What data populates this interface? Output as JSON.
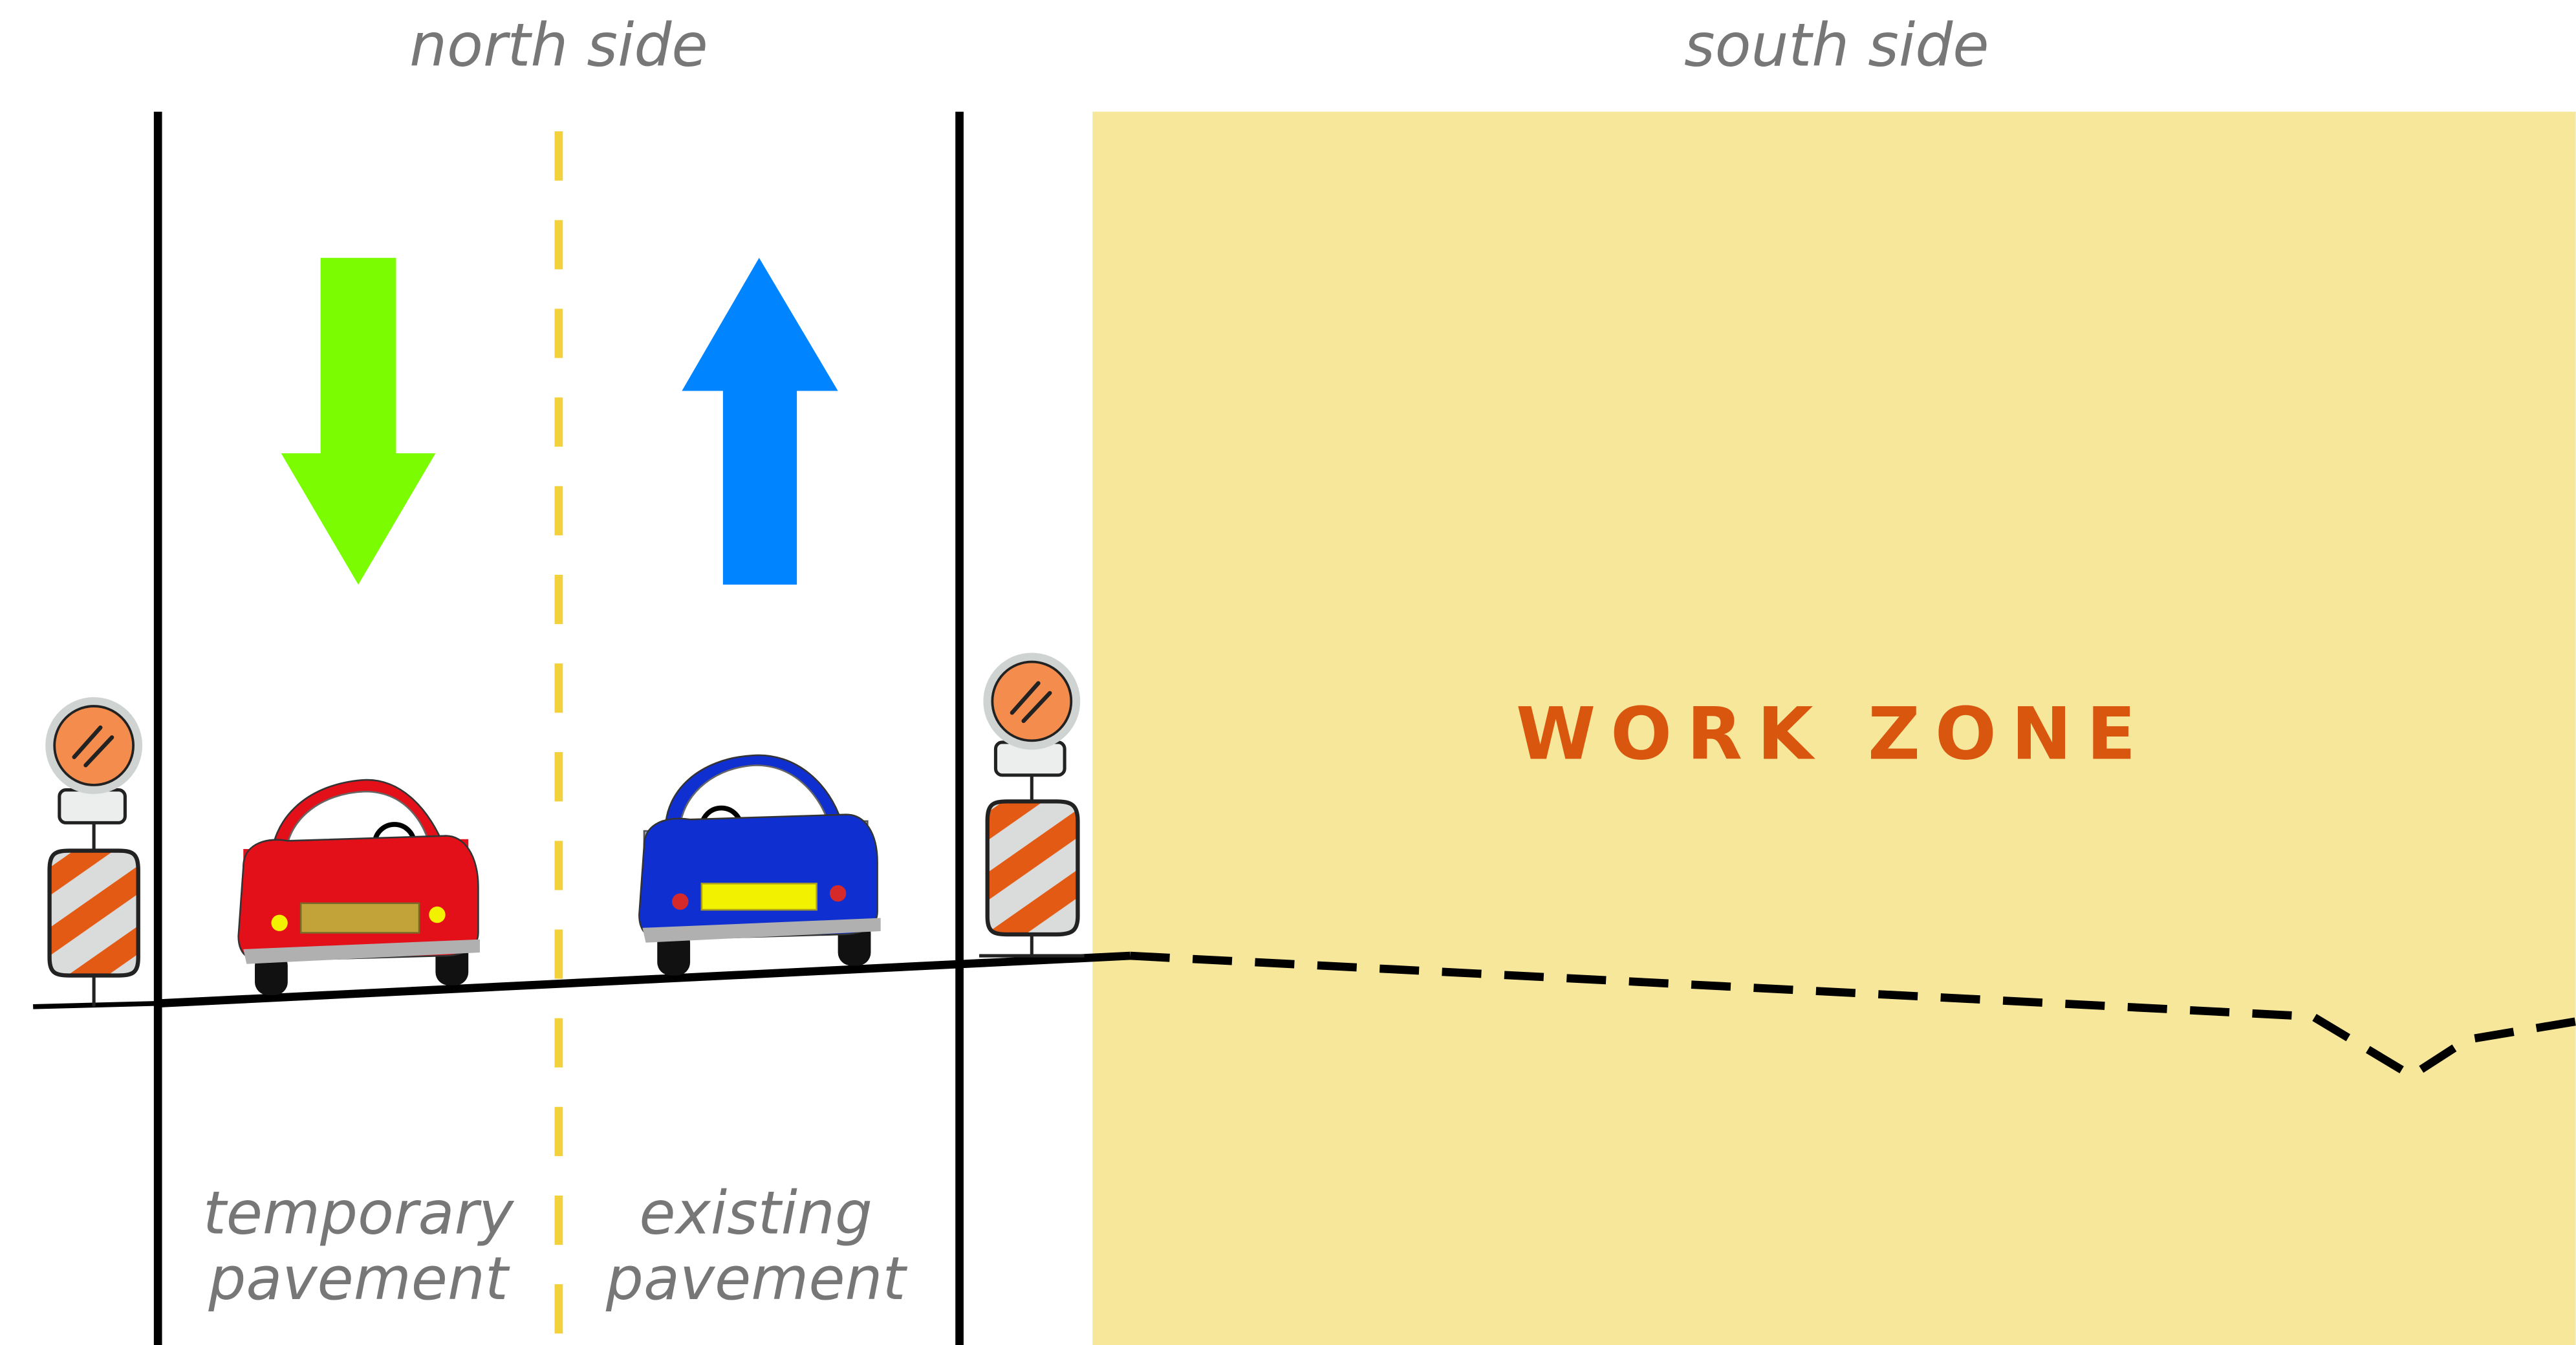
{
  "headers": {
    "north": "north side",
    "south": "south side"
  },
  "work_zone": {
    "label": "WORK ZONE"
  },
  "lanes": {
    "temporary": {
      "line1": "temporary",
      "line2": "pavement"
    },
    "existing": {
      "line1": "existing",
      "line2": "pavement"
    }
  },
  "colors": {
    "work_zone_fill": "#f7e79b",
    "work_zone_text": "#d9560f",
    "southbound_arrow": "#7cfc00",
    "northbound_arrow": "#0084ff",
    "center_line": "#f2d13c",
    "red_car": "#e3101a",
    "blue_car": "#0f2fd1",
    "barricade_orange": "#e35a14"
  },
  "icons": {
    "southbound_arrow": "arrow-down-icon",
    "northbound_arrow": "arrow-up-icon",
    "red_car": "car-icon",
    "blue_car": "car-icon",
    "barricade": "barricade-icon"
  }
}
